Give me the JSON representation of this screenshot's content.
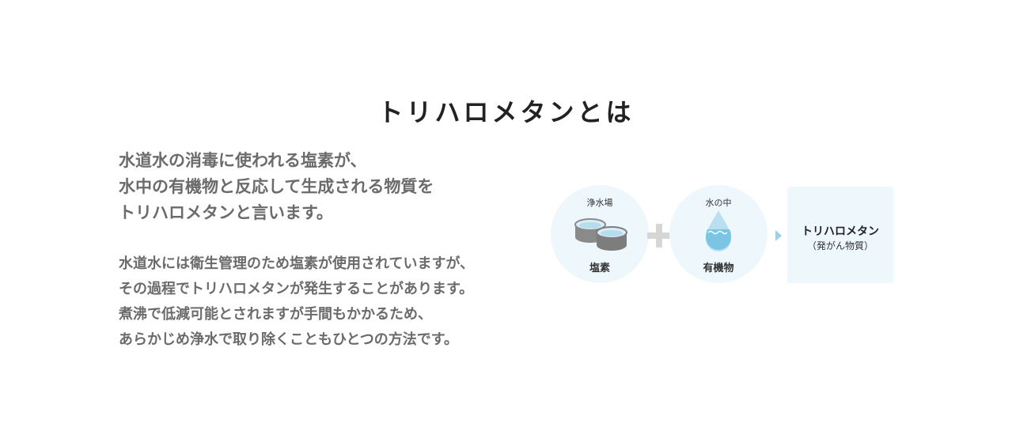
{
  "heading": "トリハロメタンとは",
  "lead": [
    "水道水の消毒に使われる塩素が、",
    "水中の有機物と反応して生成される物質を",
    "トリハロメタンと言います。"
  ],
  "body": [
    "水道水には衛生管理のため塩素が使用されていますが、",
    "その過程でトリハロメタンが発生することがあります。",
    "煮沸で低減可能とされますが手間もかかるため、",
    "あらかじめ浄水で取り除くこともひとつの方法です。"
  ],
  "diagram": {
    "left": {
      "caption": "浄水場",
      "name": "塩素",
      "icon": "water-tanks-icon"
    },
    "plus_icon": "plus-icon",
    "right": {
      "caption": "水の中",
      "name": "有機物",
      "icon": "water-drop-icon"
    },
    "arrow_icon": "arrow-right-icon",
    "result": {
      "name": "トリハロメタン",
      "sub": "（発がん物質）"
    }
  },
  "colors": {
    "heading": "#222222",
    "text": "#6b6b6b",
    "circle_bg": "#eef7fb",
    "drop": "#7cc4e4",
    "arrow": "#9ed0e6"
  }
}
